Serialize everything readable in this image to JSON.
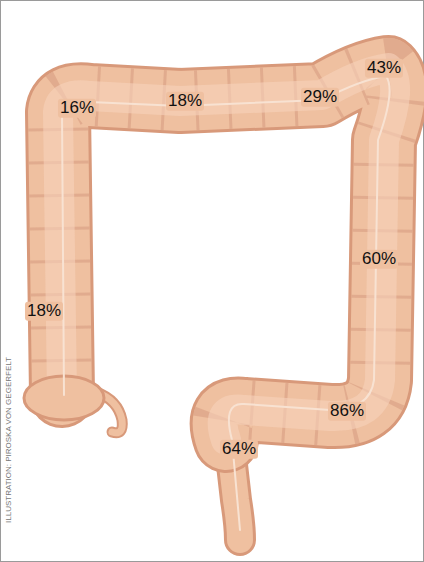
{
  "diagram": {
    "labels": [
      "16%",
      "18%",
      "29%",
      "43%",
      "60%",
      "18%",
      "86%",
      "64%",
      "ILLUSTRATION: PIROSKA VON GEGERFELT"
    ]
  }
}
